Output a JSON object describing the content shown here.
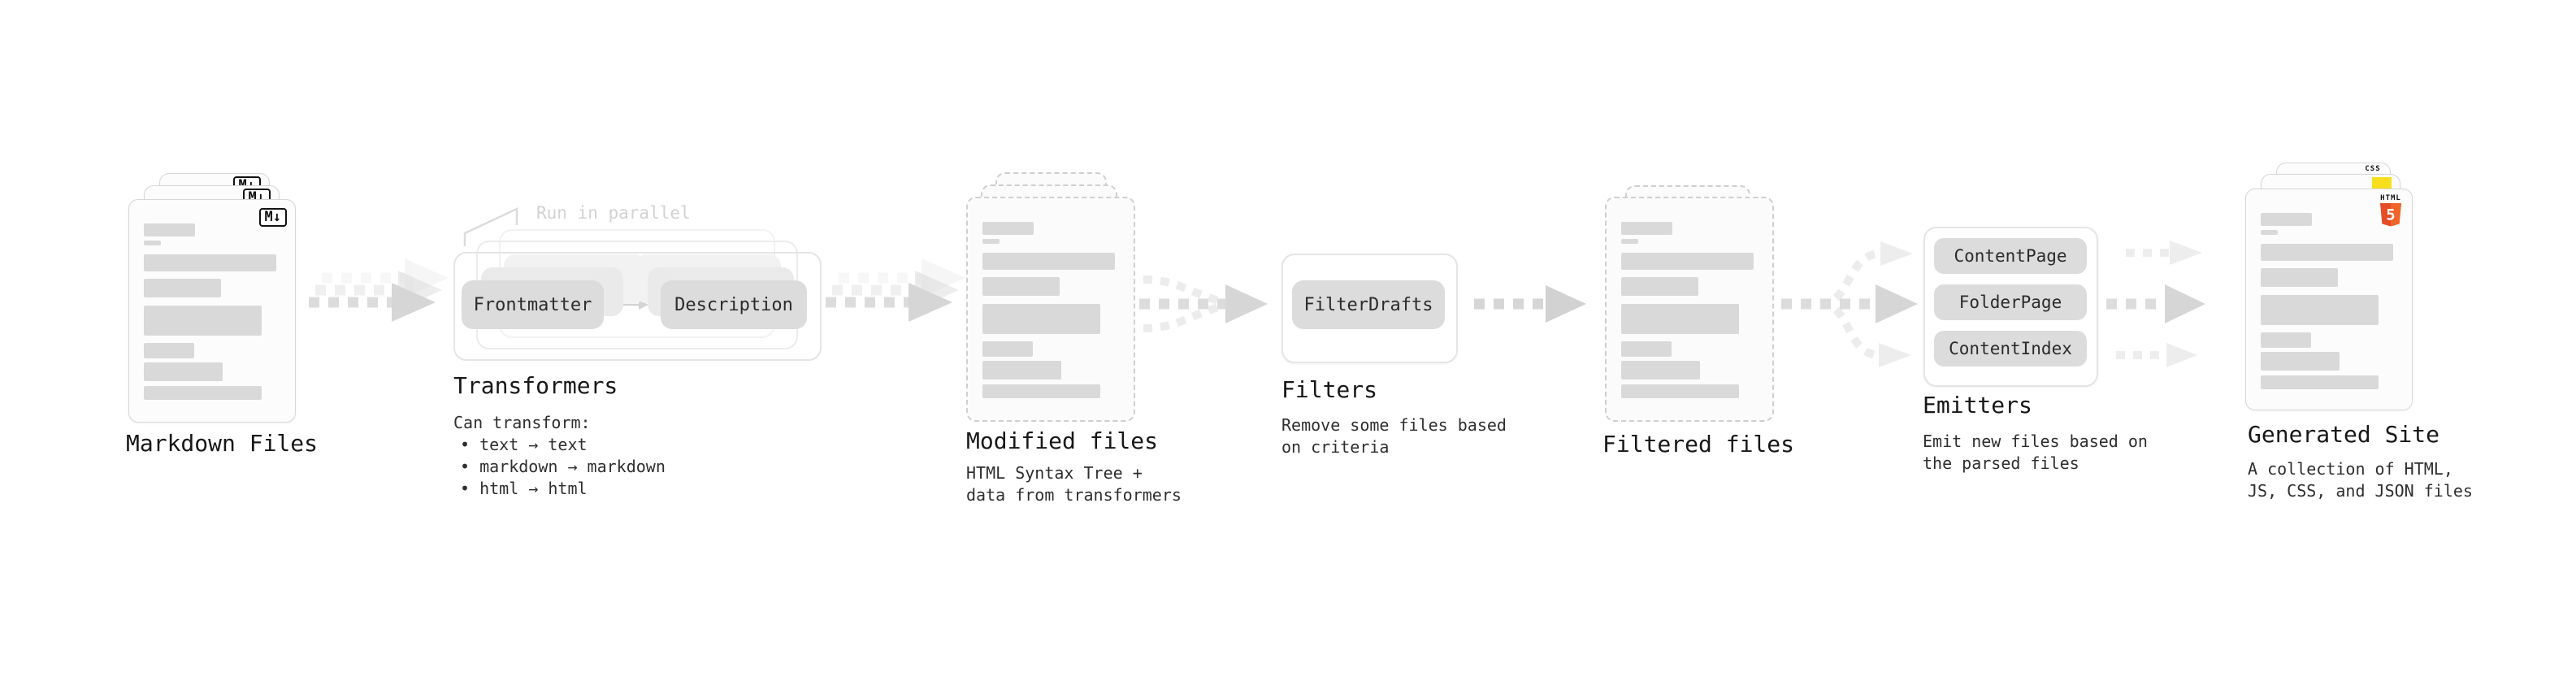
{
  "pipeline": {
    "markdown_files": {
      "label": "Markdown Files",
      "badge": "M↓"
    },
    "transformers": {
      "label": "Transformers",
      "annotation": "Run in parallel",
      "pill_frontmatter": "Frontmatter",
      "pill_description": "Description",
      "desc_title": "Can transform:",
      "bullet_1": "• text → text",
      "bullet_2": "• markdown → markdown",
      "bullet_3": "• html → html"
    },
    "modified_files": {
      "label": "Modified files",
      "desc_1": "HTML Syntax Tree +",
      "desc_2": "data from transformers"
    },
    "filters": {
      "label": "Filters",
      "pill_filterdrafts": "FilterDrafts",
      "desc_1": "Remove some files based",
      "desc_2": "on criteria"
    },
    "filtered_files": {
      "label": "Filtered files"
    },
    "emitters": {
      "label": "Emitters",
      "pill_contentpage": "ContentPage",
      "pill_folderpage": "FolderPage",
      "pill_contentindex": "ContentIndex",
      "desc_1": "Emit new files based on",
      "desc_2": "the parsed files"
    },
    "generated_site": {
      "label": "Generated Site",
      "badge_css": "CSS",
      "badge_html": "HTML",
      "badge_html_number": "5",
      "desc_1": "A collection of HTML,",
      "desc_2": "JS, CSS, and JSON files"
    }
  },
  "colors": {
    "css_blue": "#2b6be4",
    "js_yellow": "#f7df1e",
    "html_orange": "#e44d26",
    "html_orange_light": "#f16529"
  }
}
